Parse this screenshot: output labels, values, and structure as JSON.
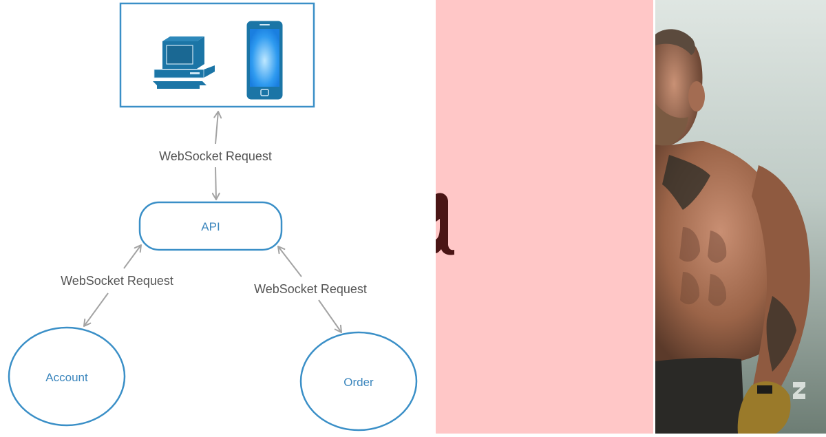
{
  "diagram": {
    "nodes": {
      "clients": {
        "label": ""
      },
      "api": {
        "label": "API"
      },
      "account": {
        "label": "Account"
      },
      "order": {
        "label": "Order"
      }
    },
    "edge_labels": {
      "clients_api": "WebSocket Request",
      "api_account": "WebSocket Request",
      "api_order": "WebSocket Request"
    }
  },
  "icons": {
    "desktop": "desktop-computer-icon",
    "phone": "smartphone-icon"
  },
  "colors": {
    "node_stroke": "#3a8fc7",
    "node_text": "#3b86bd",
    "edge_label": "#555555",
    "arrow": "#a3a3a3",
    "icon_fill": "#1b75a6",
    "pink_panel": "#ffc7c7",
    "partial_glyph": "#4a1515"
  }
}
